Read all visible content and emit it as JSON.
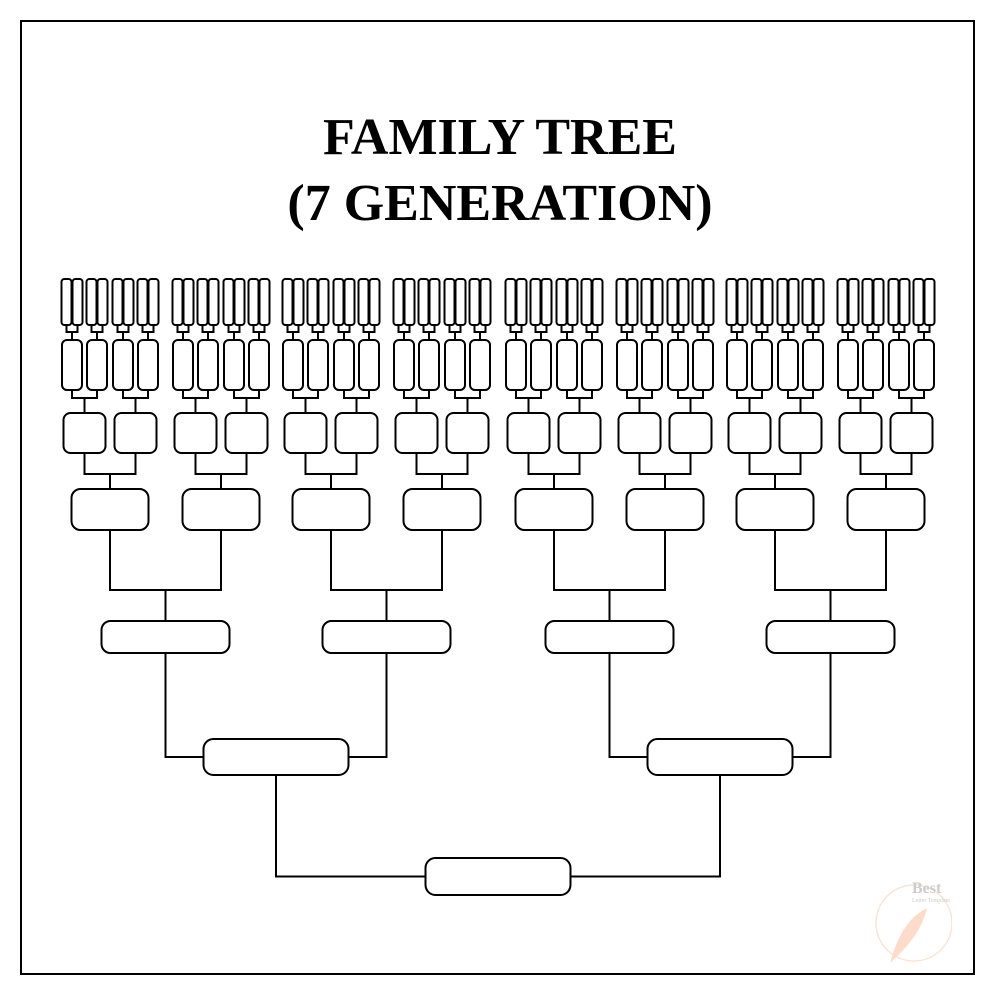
{
  "title": {
    "line1": "FAMILY TREE",
    "line2": "(7 GENERATION)"
  },
  "tree": {
    "generations": 7,
    "line_color": "#000000",
    "box_fill": "#ffffff"
  },
  "watermark": {
    "brand": "Best",
    "tagline": "Letter Template",
    "color": "#f6c9b0"
  }
}
